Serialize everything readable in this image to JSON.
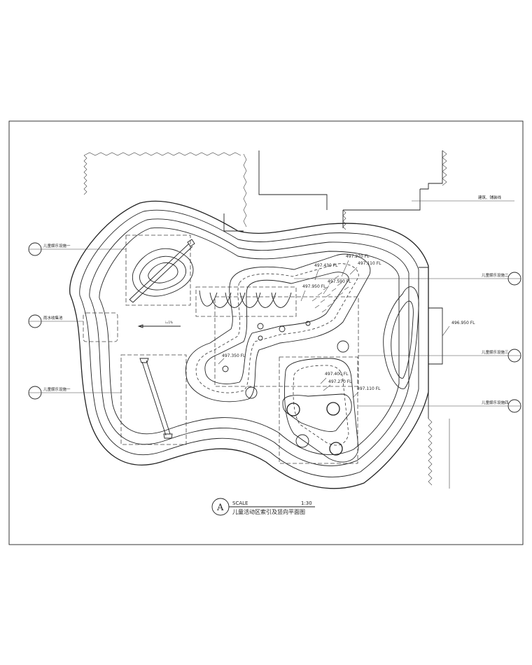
{
  "drawing": {
    "title": "儿童活动区索引及竖向平面图",
    "scale_word": "SCALE",
    "scale_value": "1:30",
    "view_mark": "A"
  },
  "callouts": {
    "left_1": {
      "text": "儿童娱乐设施一"
    },
    "left_2": {
      "text": "雨水收集池"
    },
    "left_3": {
      "text": "儿童娱乐设施一"
    },
    "right_top": {
      "text": "建筑、铺装线"
    },
    "right_1": {
      "text": "儿童娱乐设施二"
    },
    "right_2": {
      "text": "儿童娱乐设施三"
    },
    "right_3": {
      "text": "儿童娱乐设施四"
    }
  },
  "elevations": [
    "497.270 FL",
    "497.430 FL",
    "497.110 FL",
    "497.590 FL",
    "497.950 FL",
    "496.950 FL",
    "497.350 FL",
    "497.400 FL",
    "497.270 FL",
    "497.110 FL"
  ],
  "slope_label": "i=1%"
}
